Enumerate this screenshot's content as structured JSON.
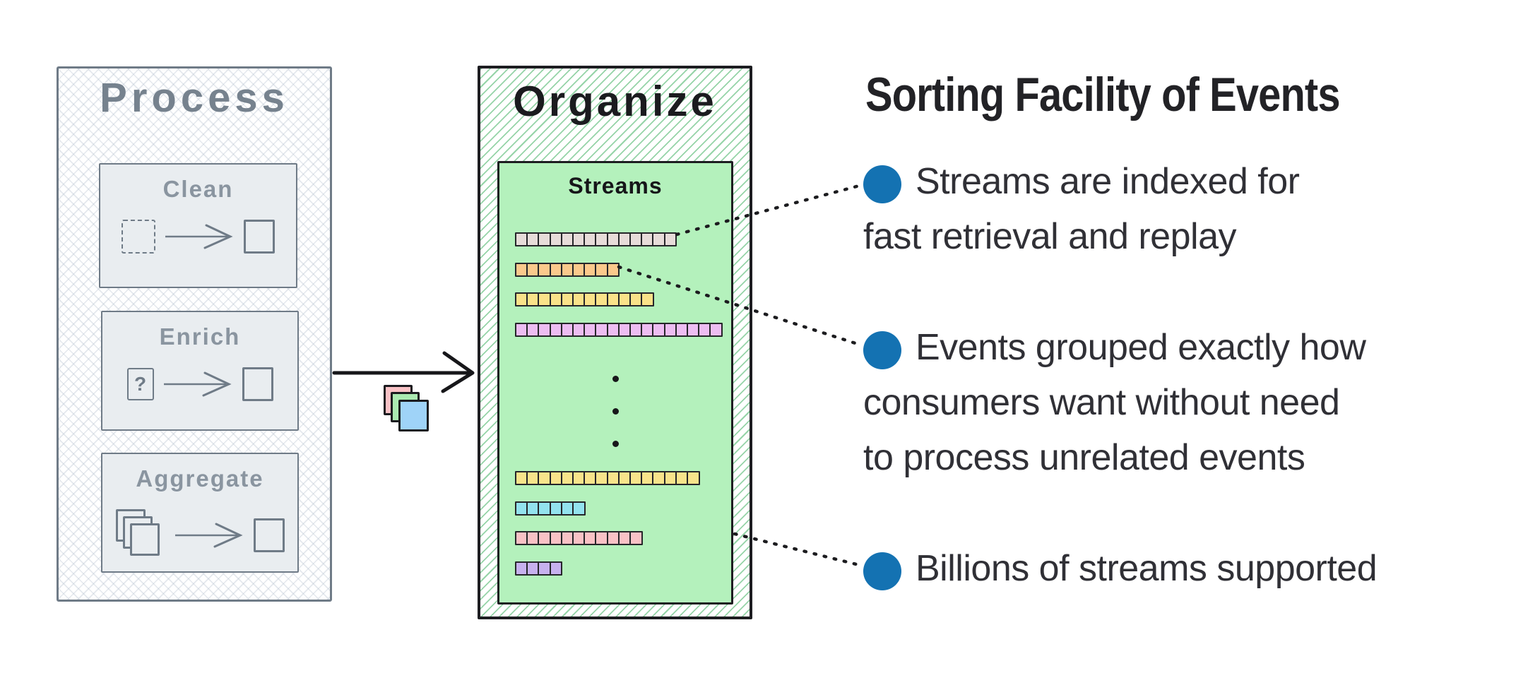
{
  "header": {
    "title": "Sorting Facility of Events"
  },
  "process_panel": {
    "title": "Process",
    "steps": [
      {
        "label": "Clean"
      },
      {
        "label": "Enrich",
        "question_mark": "?"
      },
      {
        "label": "Aggregate"
      }
    ]
  },
  "organize_panel": {
    "title": "Organize",
    "streams_box": {
      "title": "Streams",
      "rows": [
        {
          "count": 14,
          "color": "#e7dcd9"
        },
        {
          "count": 9,
          "color": "#fbc98c"
        },
        {
          "count": 12,
          "color": "#fae289"
        },
        {
          "count": 18,
          "color": "#edbdf2"
        },
        {
          "count": 16,
          "color": "#f8e48b"
        },
        {
          "count": 6,
          "color": "#93e2ee"
        },
        {
          "count": 11,
          "color": "#f9c2c6"
        },
        {
          "count": 4,
          "color": "#c7b1ee"
        }
      ],
      "row_tops": [
        98,
        141,
        183,
        226,
        436,
        479,
        521,
        564
      ],
      "ellipsis_dot_tops": [
        301,
        347,
        393
      ]
    }
  },
  "flow": {
    "arrow_color": "#17171a",
    "event_card_colors": [
      "#f9c2c6",
      "#abeab1",
      "#9fd3f8"
    ]
  },
  "bullets": {
    "marker_color": "#1472b2",
    "items": [
      {
        "lines": [
          "Streams are indexed for",
          "fast retrieval and replay"
        ]
      },
      {
        "lines": [
          "Events grouped exactly how",
          "consumers want without need",
          "to process unrelated events"
        ]
      },
      {
        "lines": [
          "Billions of streams supported"
        ]
      }
    ]
  }
}
